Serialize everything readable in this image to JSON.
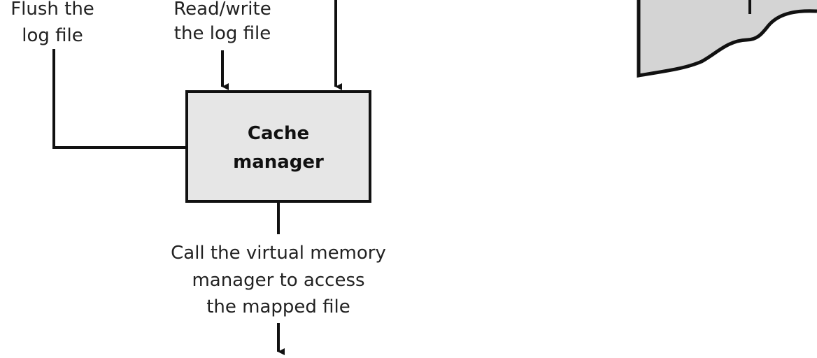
{
  "labels": {
    "flush_log_line1": "Flush the",
    "flush_log_line2": "log file",
    "read_write_line1": "Read/write",
    "read_write_line2": "the log file",
    "call_vmm_line1": "Call the virtual memory",
    "call_vmm_line2": "manager to access",
    "call_vmm_line3": "the mapped file"
  },
  "box": {
    "line1": "Cache",
    "line2": "manager"
  },
  "colors": {
    "box_fill": "#e6e6e6",
    "stroke": "#111111",
    "disk_fill": "#d4d4d4"
  }
}
